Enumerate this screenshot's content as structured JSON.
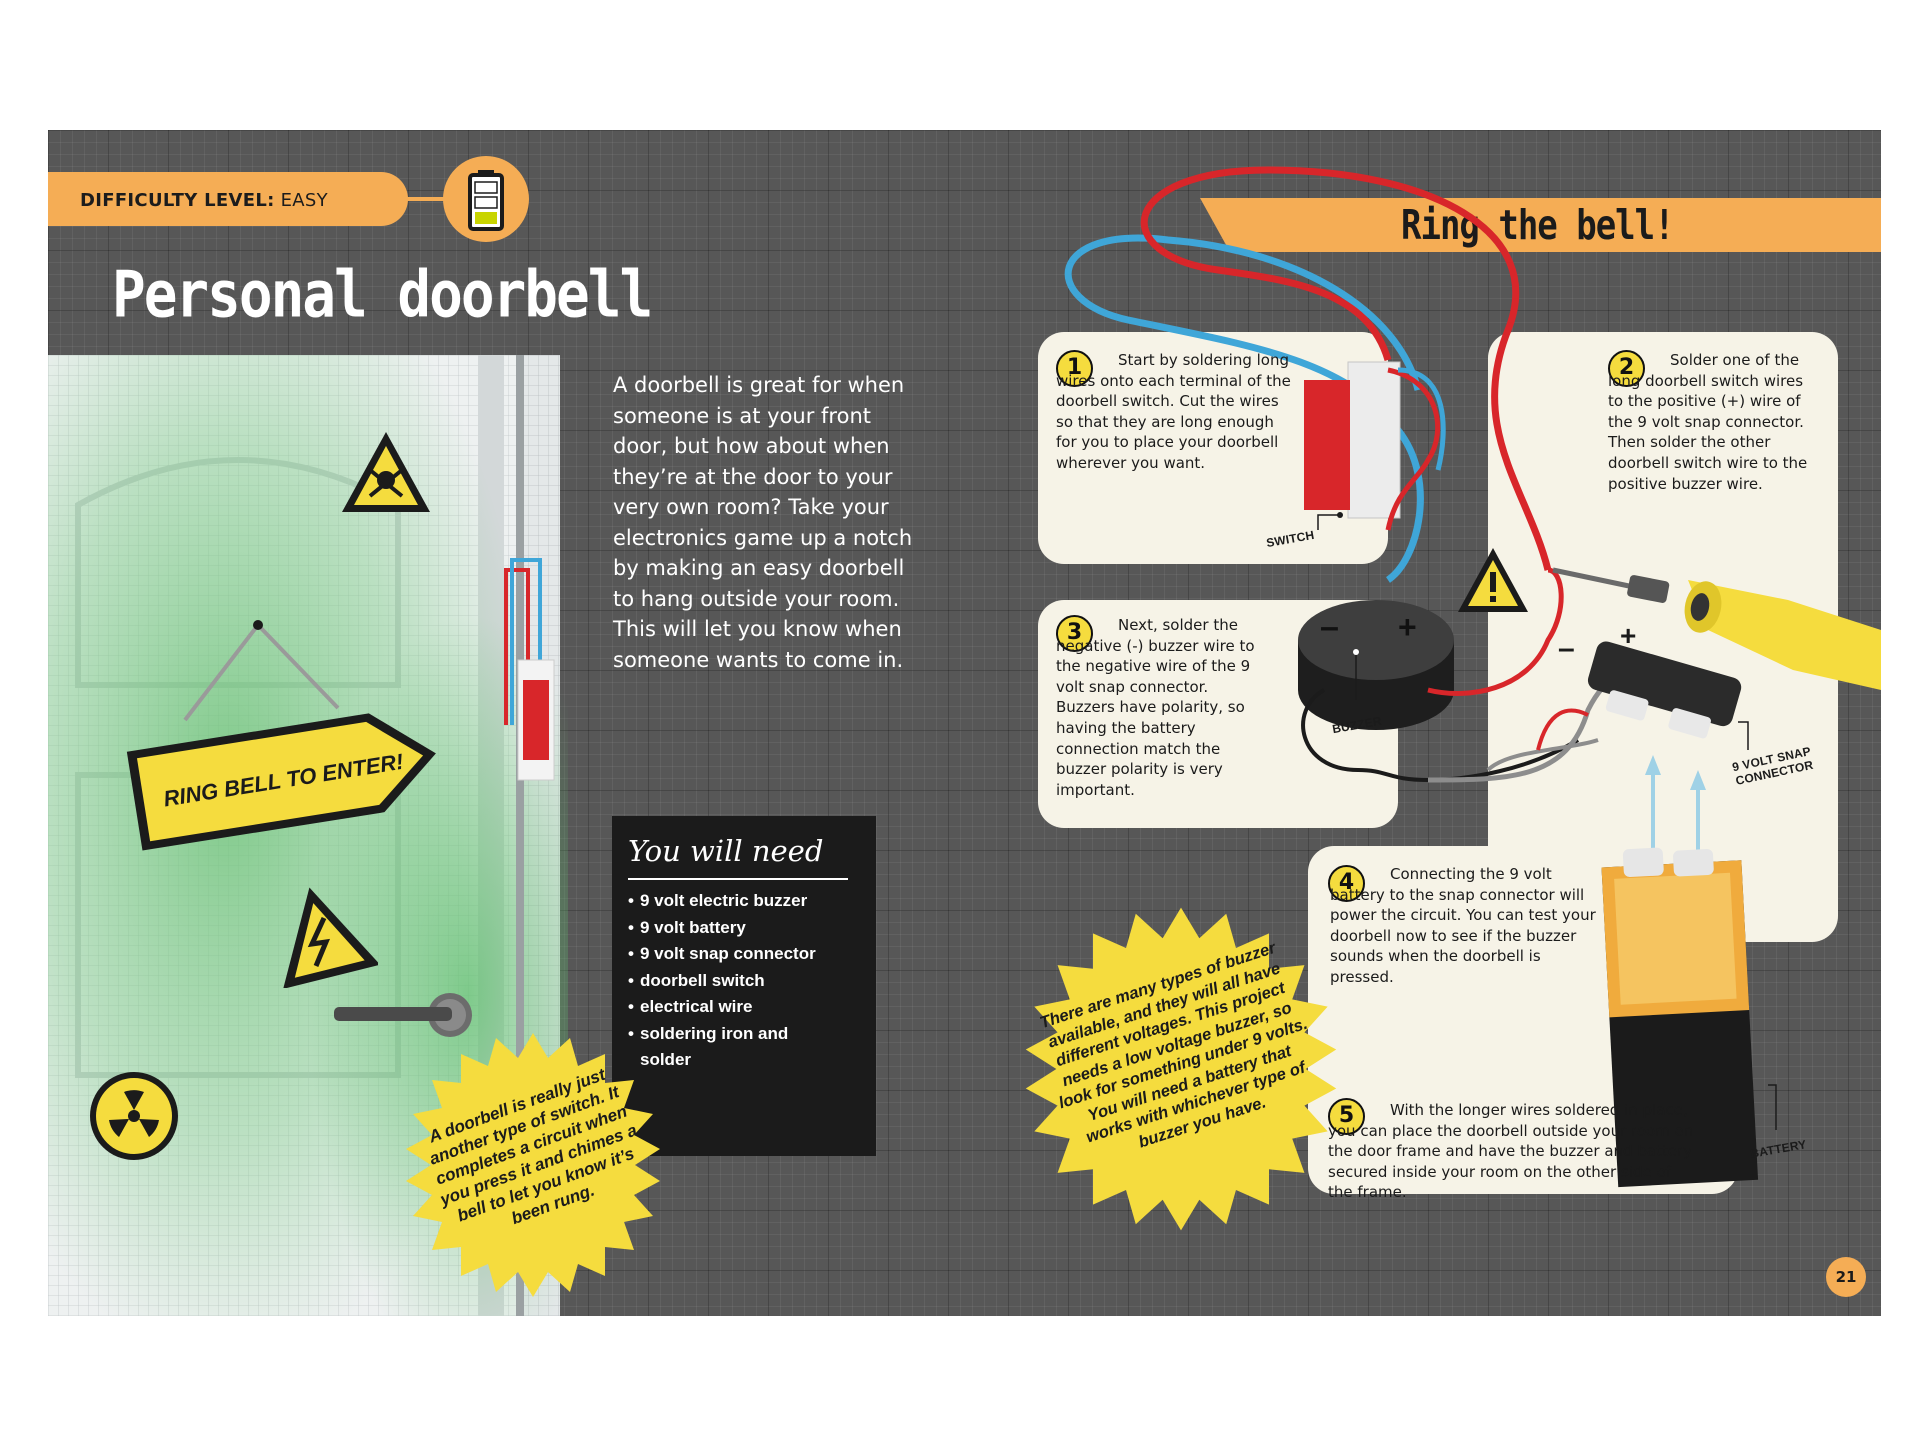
{
  "header": {
    "difficulty_label": "DIFFICULTY LEVEL:",
    "difficulty_value": "EASY",
    "title": "Personal doorbell"
  },
  "intro": "A doorbell is great for when someone is at your front door, but how about when they’re at the door to your very own room? Take your electronics game up a notch by making an easy doorbell to hang outside your room. This will let you know when someone wants to come in.",
  "door_sign": "RING BELL TO ENTER!",
  "need": {
    "title": "You will need",
    "items": [
      "9 volt electric buzzer",
      "9 volt battery",
      "9 volt snap connector",
      "doorbell switch",
      "electrical wire",
      "soldering iron and solder"
    ]
  },
  "bursts": {
    "left": "A doorbell is really just another type of switch. It completes a circuit when you press it and chimes a bell to let you know it’s been rung.",
    "right": "There are many types of buzzer available, and they will all have different voltages. This project needs a low voltage buzzer, so look for something under 9 volts. You will need a battery that works with whichever type of buzzer you have."
  },
  "ribbon": "Ring the bell!",
  "steps": [
    {
      "num": "1",
      "text": "Start by soldering long wires onto each terminal of the doorbell switch. Cut the wires so that they are long enough for you to place your doorbell wherever you want."
    },
    {
      "num": "2",
      "text": "Solder one of the long doorbell switch wires to the positive (+) wire of the 9 volt snap connector. Then solder the other doorbell switch wire to the positive buzzer wire."
    },
    {
      "num": "3",
      "text": "Next, solder the negative (-) buzzer wire to the negative wire of the 9 volt snap connector. Buzzers have polarity, so having the battery connection match the buzzer polarity is very important."
    },
    {
      "num": "4",
      "text": "Connecting the 9 volt battery to the snap connector will power the circuit. You can test your doorbell now to see if the buzzer sounds when the doorbell is pressed."
    },
    {
      "num": "5",
      "text": "With the longer wires soldered in place, you can place the doorbell outside your room on the door frame and have the buzzer and battery secured inside your room on the other side of the frame."
    }
  ],
  "labels": {
    "switch": "SWITCH",
    "buzzer": "BUZZER",
    "snap": "9 VOLT SNAP CONNECTOR",
    "battery": "BATTERY",
    "minus": "–",
    "plus": "+"
  },
  "page_number": "21",
  "colors": {
    "background": "#575757",
    "orange": "#f5ad55",
    "yellow": "#f5dc3e",
    "panel": "#f6f3e7",
    "wire_red": "#d8262a",
    "wire_blue": "#3fa6d8"
  },
  "icons": [
    "battery-level-icon",
    "toxic-warning-icon",
    "high-voltage-icon",
    "radiation-icon",
    "caution-icon"
  ]
}
